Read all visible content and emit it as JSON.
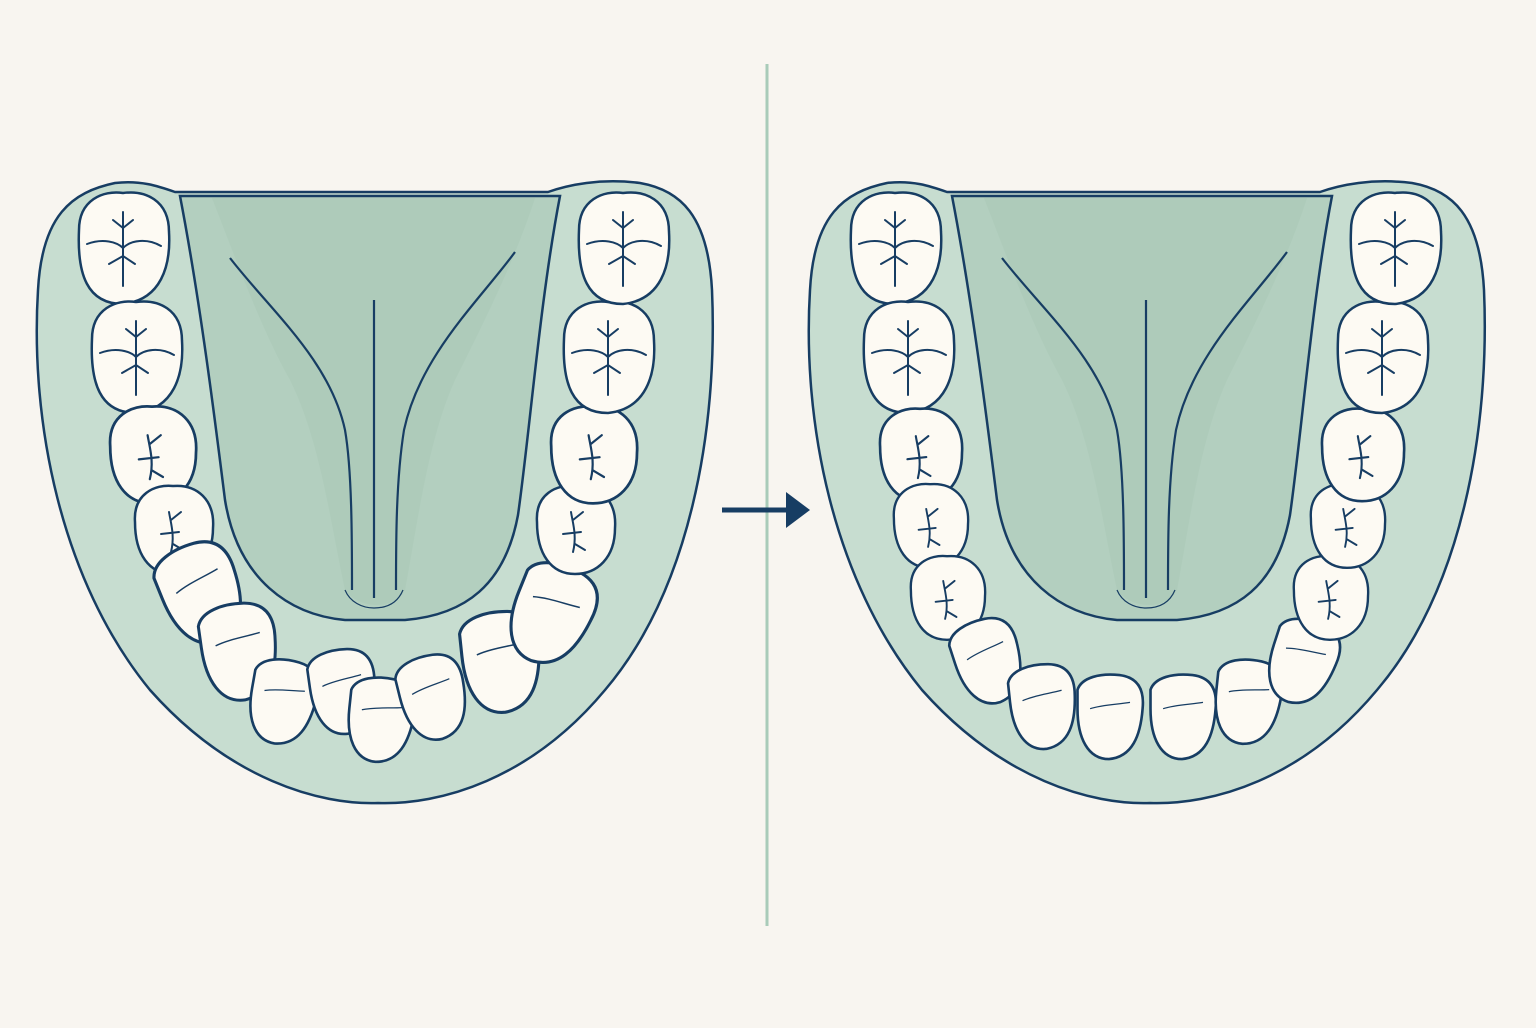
{
  "colors": {
    "background": "#f8f5f0",
    "gum_fill": "#c7ddd0",
    "floor_fill": "#b3cfbf",
    "stroke": "#173d63",
    "tooth_fill": "#fdfaf3",
    "divider": "#a9cbb9",
    "arrow": "#173d63"
  },
  "panels": [
    {
      "id": "before",
      "state": "crowded-misaligned-front-teeth"
    },
    {
      "id": "after",
      "state": "aligned-front-teeth"
    }
  ],
  "icons": {
    "arrow": "arrow-right-icon"
  }
}
